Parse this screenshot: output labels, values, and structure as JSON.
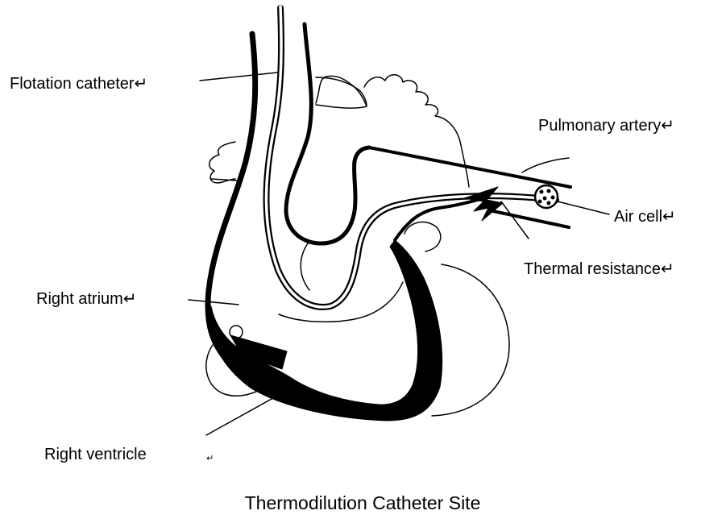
{
  "labels": {
    "flotation_catheter": "Flotation catheter↵",
    "pulmonary_artery": "Pulmonary artery↵",
    "air_cell": "Air cell↵",
    "thermal_resistance": "Thermal resistance↵",
    "right_atrium": "Right atrium↵",
    "right_ventricle": "Right ventricle",
    "right_ventricle_mark": "↵"
  },
  "caption": "Thermodilution Catheter Site",
  "colors": {
    "ink": "#000000",
    "background": "#ffffff"
  }
}
